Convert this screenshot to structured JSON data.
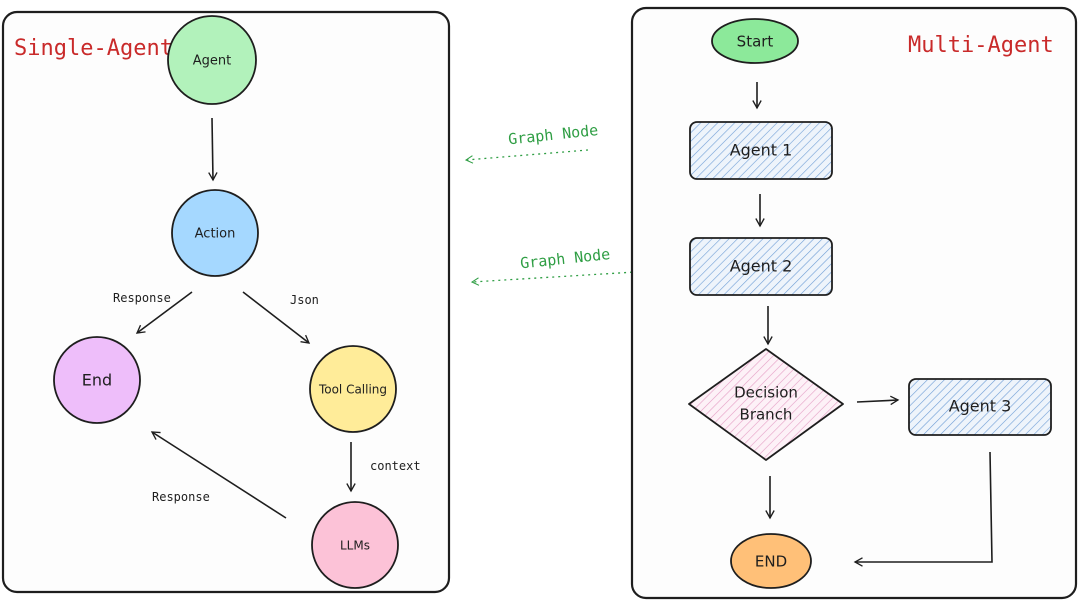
{
  "colors": {
    "title": "#c92a2a",
    "annotation": "#2f9e44",
    "agent_circle": "#b2f2bb",
    "action_circle": "#a5d8ff",
    "end_circle": "#eebefa",
    "tool_circle": "#ffec99",
    "llm_circle": "#fcc2d7",
    "start_node": "#8ce99a",
    "hatch_node": "#a5c8ee",
    "decision_node": "#f3b6d6",
    "end_node": "#ffc078"
  },
  "single_agent": {
    "title": "Single-Agent",
    "nodes": {
      "agent": "Agent",
      "action": "Action",
      "end": "End",
      "tool_calling": "Tool Calling",
      "llms": "LLMs"
    },
    "edges": {
      "response_to_end": "Response",
      "json": "Json",
      "context": "context",
      "response_back": "Response"
    }
  },
  "multi_agent": {
    "title": "Multi-Agent",
    "nodes": {
      "start": "Start",
      "agent1": "Agent 1",
      "agent2": "Agent 2",
      "decision_line1": "Decision",
      "decision_line2": "Branch",
      "agent3": "Agent 3",
      "end": "END"
    }
  },
  "annotations": {
    "graph_node_1": "Graph Node",
    "graph_node_2": "Graph Node"
  }
}
